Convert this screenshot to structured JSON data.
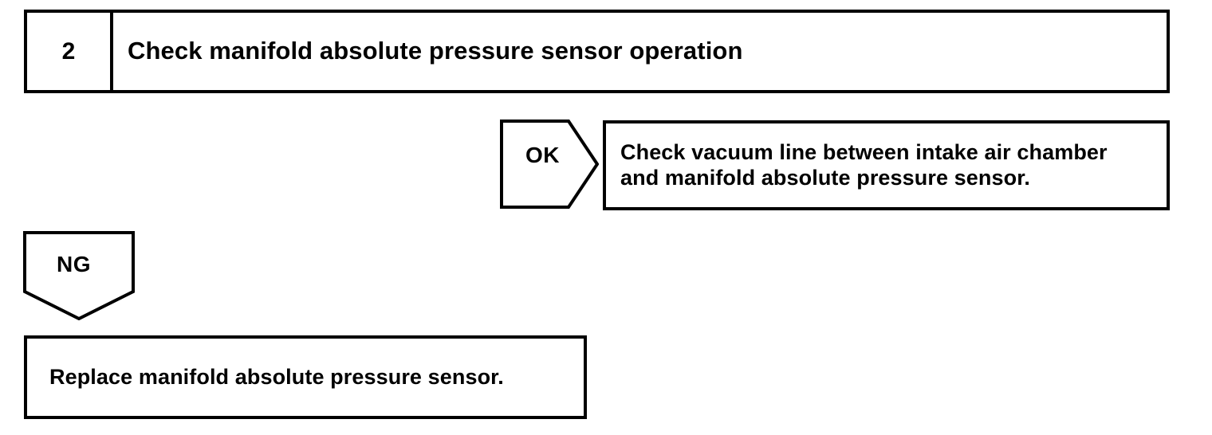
{
  "diagram": {
    "type": "troubleshooting-flowchart",
    "line_color": "#000000",
    "background_color": "#ffffff",
    "step": {
      "number": "2",
      "title": "Check manifold absolute pressure sensor operation"
    },
    "branches": [
      {
        "id": "ok",
        "label": "OK",
        "direction": "right",
        "result": "Check vacuum line between intake air chamber\nand manifold absolute pressure sensor."
      },
      {
        "id": "ng",
        "label": "NG",
        "direction": "down",
        "result": "Replace manifold absolute pressure sensor."
      }
    ]
  }
}
